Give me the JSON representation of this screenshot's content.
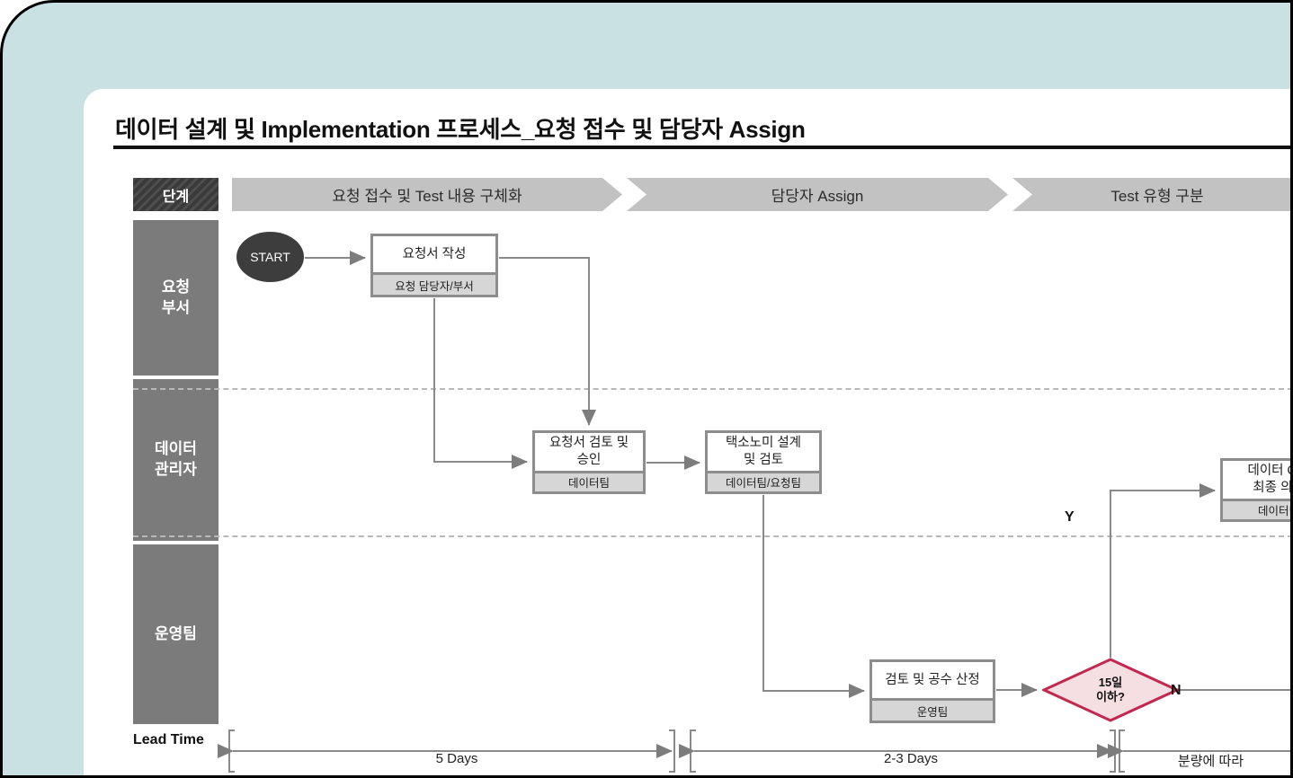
{
  "slide": {
    "title": "데이터 설계 및 Implementation 프로세스_요청 접수 및 담당자 Assign",
    "accent_teal": "#c9e1e2",
    "stage_fill": "#c2c2c2",
    "lane_fill": "#7b7b7b",
    "box_border": "#8d8d8d",
    "box_footer_fill": "#d6d6d6",
    "decision_fill": "#f5dfe2",
    "decision_border": "#c1294e"
  },
  "stage_header": {
    "row_label": "단계",
    "stages": [
      {
        "label": "요청 접수 및 Test 내용 구체화"
      },
      {
        "label": "담당자 Assign"
      },
      {
        "label": "Test 유형 구분"
      }
    ]
  },
  "lanes": [
    {
      "label": "요청\n부서",
      "line1": "요청",
      "line2": "부서"
    },
    {
      "label": "데이터\n관리자",
      "line1": "데이터",
      "line2": "관리자"
    },
    {
      "label": "운영팀",
      "line1": "운영팀",
      "line2": ""
    }
  ],
  "nodes": {
    "start": {
      "label": "START",
      "shape": "ellipse"
    },
    "request_form": {
      "title": "요청서 작성",
      "owner": "요청 담당자/부서"
    },
    "review_approve": {
      "title": "요청서 검토 및 승인",
      "line1": "요청서 검토 및",
      "line2": "승인",
      "owner": "데이터팀"
    },
    "taxonomy": {
      "title": "택소노미 설계 및 검토",
      "line1": "택소노미 설계",
      "line2": "및 검토",
      "owner": "데이터팀/요청팀"
    },
    "effort": {
      "title": "검토 및 공수 산정",
      "owner": "운영팀"
    },
    "qa_opinion": {
      "title": "데이터 Q/A 최종 의견",
      "line1": "데이터 Q/A",
      "line2": "최종 의견",
      "owner": "데이터팀"
    },
    "decision": {
      "line1": "15일",
      "line2": "이하?"
    }
  },
  "branches": {
    "yes": "Y",
    "no": "N"
  },
  "lead_time": {
    "label": "Lead Time",
    "segments": [
      {
        "caption": "5 Days"
      },
      {
        "caption": "2-3 Days"
      },
      {
        "caption": "분량에 따라"
      }
    ]
  }
}
